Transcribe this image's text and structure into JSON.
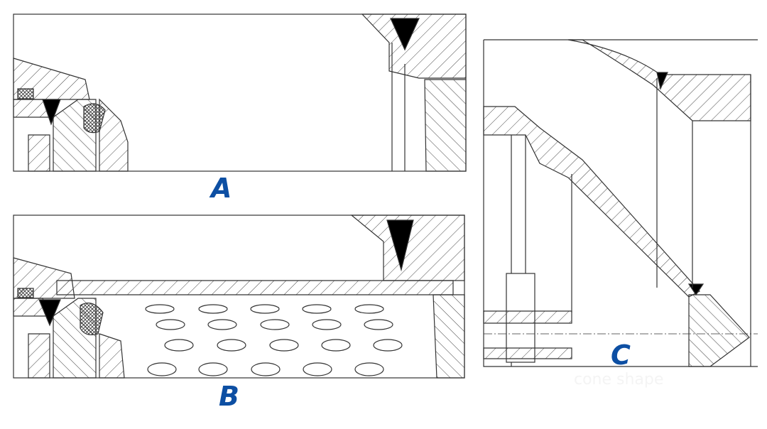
{
  "labels": {
    "a": "A",
    "b": "B",
    "c": "C"
  },
  "watermark": "cone shape",
  "colors": {
    "label": "#0d4fa3",
    "line": "#333333",
    "weld": "#000000"
  }
}
